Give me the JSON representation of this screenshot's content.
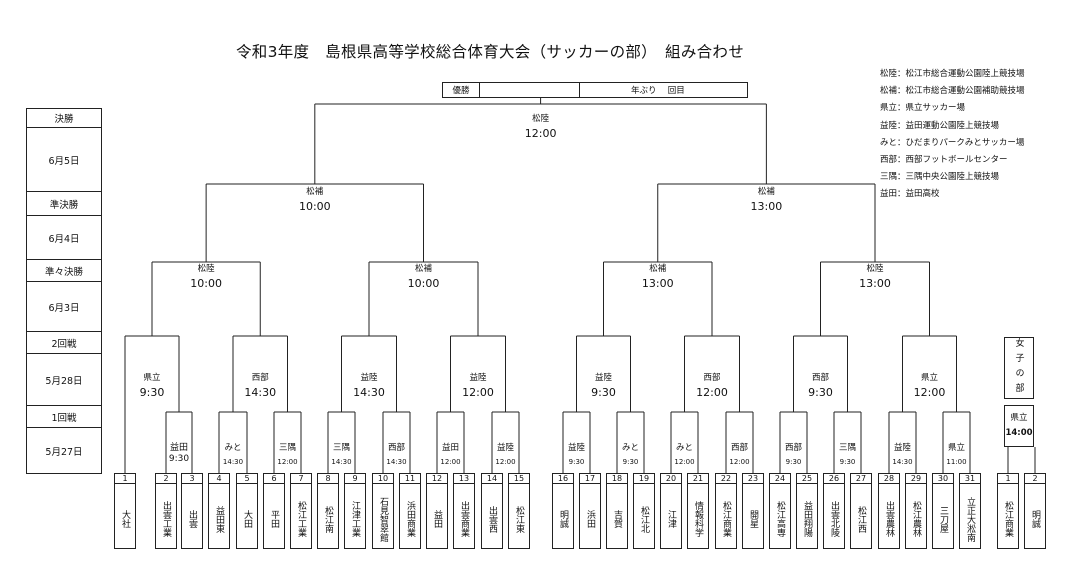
{
  "title": "令和3年度　島根県高等学校総合体育大会（サッカーの部）　組み合わせ",
  "legend": [
    "松陸：松江市総合運動公園陸上競技場",
    "松補：松江市総合運動公園補助競技場",
    "県立：県立サッカー場",
    "益陸：益田運動公園陸上競技場",
    "みと：ひだまりパークみとサッカー場",
    "西部：西部フットボールセンター",
    "三隅：三隅中央公園陸上競技場",
    "益田：益田高校"
  ],
  "schedule": [
    {
      "label": "決勝"
    },
    {
      "label": "6月5日"
    },
    {
      "label": "準決勝"
    },
    {
      "label": "6月4日"
    },
    {
      "label": "準々決勝"
    },
    {
      "label": "6月3日"
    },
    {
      "label": "2回戦"
    },
    {
      "label": "5月28日"
    },
    {
      "label": "1回戦"
    },
    {
      "label": "5月27日"
    }
  ],
  "winner": {
    "label": "優勝",
    "value": "年ぶり　 回目"
  },
  "final": {
    "venue": "松陸",
    "time": "12:00"
  },
  "semifinals": [
    {
      "venue": "松補",
      "time": "10:00"
    },
    {
      "venue": "松補",
      "time": "13:00"
    }
  ],
  "quarterfinals": [
    {
      "venue": "松陸",
      "time": "10:00"
    },
    {
      "venue": "松補",
      "time": "10:00"
    },
    {
      "venue": "松補",
      "time": "13:00"
    },
    {
      "venue": "松陸",
      "time": "13:00"
    }
  ],
  "round2": [
    {
      "venue": "県立",
      "time": "9:30"
    },
    {
      "venue": "西部",
      "time": "14:30"
    },
    {
      "venue": "益陸",
      "time": "14:30"
    },
    {
      "venue": "益陸",
      "time": "12:00"
    },
    {
      "venue": "益陸",
      "time": "9:30"
    },
    {
      "venue": "西部",
      "time": "12:00"
    },
    {
      "venue": "西部",
      "time": "9:30"
    },
    {
      "venue": "県立",
      "time": "12:00"
    }
  ],
  "round1": [
    {
      "venue": "益田",
      "time": "9:30"
    },
    {
      "venue": "みと",
      "time": "14:30"
    },
    {
      "venue": "三隅",
      "time": "12:00"
    },
    {
      "venue": "三隅",
      "time": "14:30"
    },
    {
      "venue": "西部",
      "time": "14:30"
    },
    {
      "venue": "益田",
      "time": "12:00"
    },
    {
      "venue": "益陸",
      "time": "12:00"
    },
    {
      "venue": "益陸",
      "time": "9:30"
    },
    {
      "venue": "みと",
      "time": "9:30"
    },
    {
      "venue": "みと",
      "time": "12:00"
    },
    {
      "venue": "西部",
      "time": "12:00"
    },
    {
      "venue": "西部",
      "time": "9:30"
    },
    {
      "venue": "三隅",
      "time": "9:30"
    },
    {
      "venue": "益陸",
      "time": "14:30"
    },
    {
      "venue": "県立",
      "time": "11:00"
    }
  ],
  "teams": [
    {
      "num": "1",
      "name": "大社"
    },
    {
      "num": "2",
      "name": "出雲工業"
    },
    {
      "num": "3",
      "name": "出雲"
    },
    {
      "num": "4",
      "name": "益田東"
    },
    {
      "num": "5",
      "name": "大田"
    },
    {
      "num": "6",
      "name": "平田"
    },
    {
      "num": "7",
      "name": "松江工業"
    },
    {
      "num": "8",
      "name": "松江南"
    },
    {
      "num": "9",
      "name": "江津工業"
    },
    {
      "num": "10",
      "name": "石見智翠館"
    },
    {
      "num": "11",
      "name": "浜田商業"
    },
    {
      "num": "12",
      "name": "益田"
    },
    {
      "num": "13",
      "name": "出雲商業"
    },
    {
      "num": "14",
      "name": "出雲西"
    },
    {
      "num": "15",
      "name": "松江東"
    },
    {
      "num": "16",
      "name": "明誠"
    },
    {
      "num": "17",
      "name": "浜田"
    },
    {
      "num": "18",
      "name": "吉賀"
    },
    {
      "num": "19",
      "name": "松江北"
    },
    {
      "num": "20",
      "name": "江津"
    },
    {
      "num": "21",
      "name": "情報科学"
    },
    {
      "num": "22",
      "name": "松江商業"
    },
    {
      "num": "23",
      "name": "開星"
    },
    {
      "num": "24",
      "name": "松江高専"
    },
    {
      "num": "25",
      "name": "益田翔陽"
    },
    {
      "num": "26",
      "name": "出雲北陵"
    },
    {
      "num": "27",
      "name": "松江西"
    },
    {
      "num": "28",
      "name": "出雲農林"
    },
    {
      "num": "29",
      "name": "松江農林"
    },
    {
      "num": "30",
      "name": "三刀屋"
    },
    {
      "num": "31",
      "name": "立正大淞南"
    }
  ],
  "girls": {
    "title": "女子の部",
    "venue": "県立",
    "time": "14:00",
    "teams": [
      {
        "num": "1",
        "name": "松江商業"
      },
      {
        "num": "2",
        "name": "明誠"
      }
    ]
  }
}
